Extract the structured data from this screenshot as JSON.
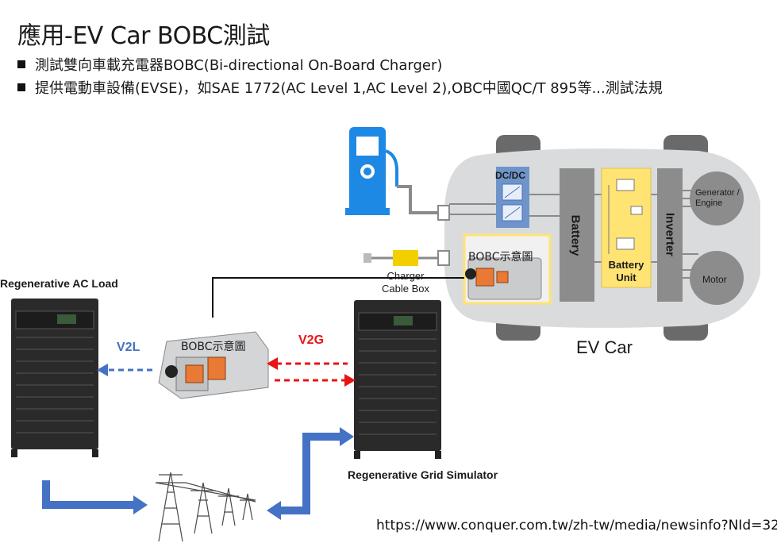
{
  "slide": {
    "title": "應用-EV Car BOBC測試",
    "bullets": [
      "測試雙向車載充電器BOBC(Bi-directional On-Board Charger)",
      "提供電動車設備(EVSE)，如SAE 1772(AC Level 1,AC Level 2),OBC中國QC/T 895等...測試法規"
    ]
  },
  "diagram": {
    "ev_car_label": "EV Car",
    "dcdc_label": "DC/DC",
    "battery_label": "Battery",
    "battery_unit_label": "Battery Unit",
    "inverter_label": "Inverter",
    "generator_label": "Generator / Engine",
    "motor_label": "Motor",
    "charger_cable_box_label": "Charger Cable Box",
    "bobc_car_label": "BOBC示意圖",
    "bobc_center_label": "BOBC示意圖",
    "v2l_label": "V2L",
    "v2g_label": "V2G",
    "ac_load_label": "Regenerative AC Load",
    "grid_sim_label": "Regenerative Grid Simulator",
    "colors": {
      "evse_blue": "#1e88e5",
      "v2l_blue": "#4472c4",
      "v2g_red": "#e81313",
      "battery_unit_yellow": "#ffe373",
      "dcdc_blue": "#6f94c9",
      "cable_box_yellow": "#f2d000"
    }
  },
  "source_url": "https://www.conquer.com.tw/zh-tw/media/newsinfo?NId=32"
}
